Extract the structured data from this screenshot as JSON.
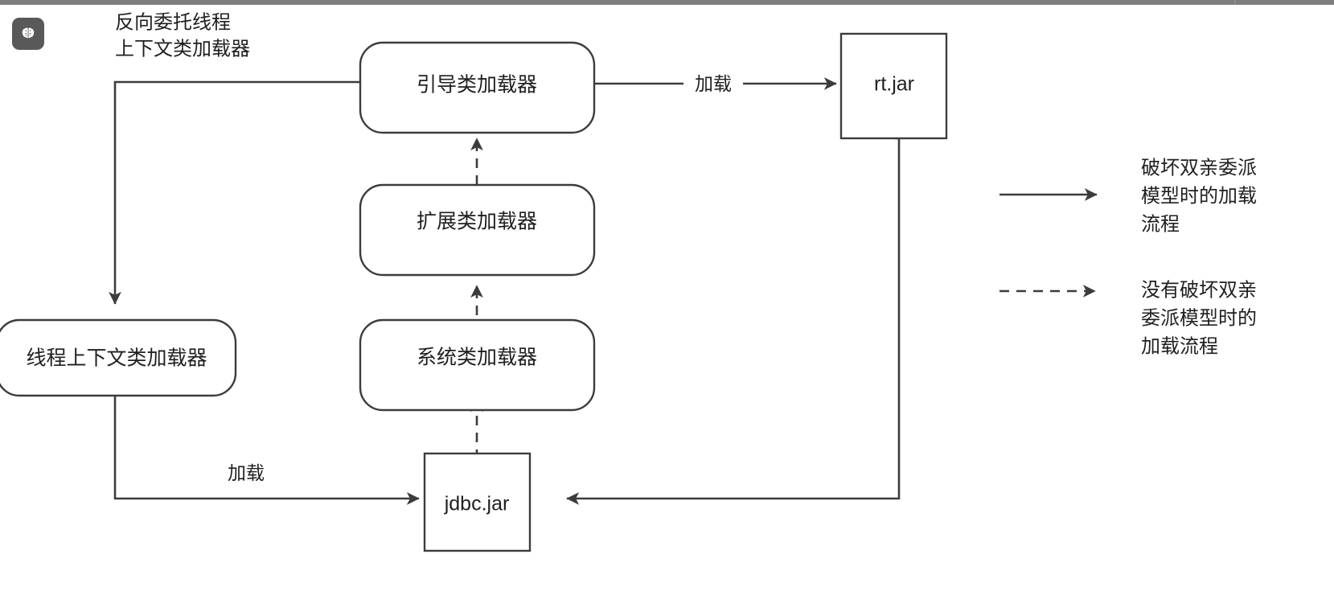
{
  "app": {
    "toolbar_icon": "brain-icon"
  },
  "diagram": {
    "title_note": {
      "line1": "反向委托线程",
      "line2": "上下文类加载器"
    },
    "nodes": {
      "bootstrap_loader": "引导类加载器",
      "extension_loader": "扩展类加载器",
      "system_loader": "系统类加载器",
      "thread_context_loader": "线程上下文类加载器",
      "rt_jar": "rt.jar",
      "jdbc_jar": "jdbc.jar"
    },
    "edge_labels": {
      "load_rt": "加载",
      "load_jdbc": "加载"
    }
  },
  "legend": {
    "items": [
      {
        "style": "solid-arrow",
        "line1": "破坏双亲委派",
        "line2": "模型时的加载",
        "line3": "流程"
      },
      {
        "style": "dashed-arrow",
        "line1": "没有破坏双亲",
        "line2": "委派模型时的",
        "line3": "加载流程"
      }
    ]
  },
  "colors": {
    "stroke": "#3c3c3c",
    "text": "#1f1f1f",
    "topbar": "#7e7e7e",
    "button": "#595959",
    "background": "#ffffff"
  }
}
